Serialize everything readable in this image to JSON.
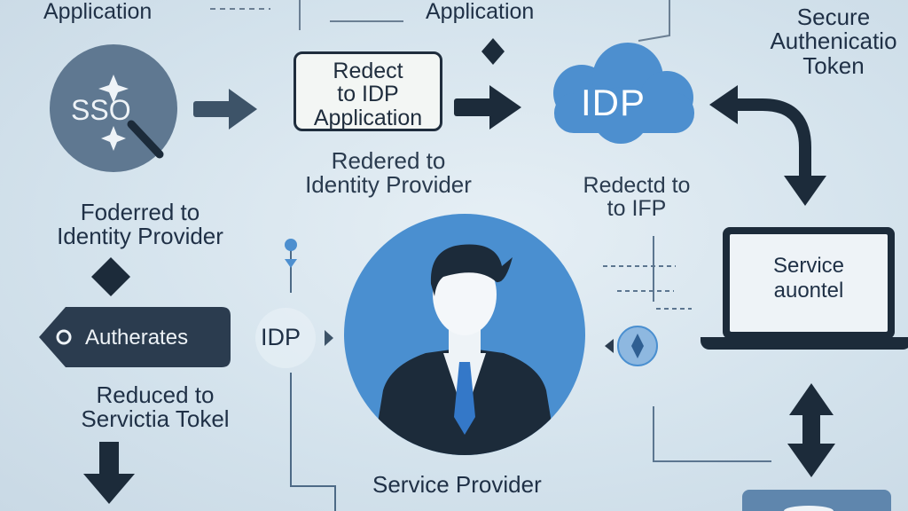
{
  "labels": {
    "application_left": "Application",
    "application_center": "Application",
    "secure_line1": "Secure",
    "secure_line2": "Authenicatio",
    "secure_line3": "Token",
    "sso": "SSO",
    "redirect_line1": "Redect",
    "redirect_line2": "to IDP",
    "redirect_line3": "Application",
    "idp_cloud": "IDP",
    "redered_line1": "Redered to",
    "redered_line2": "Identity Provider",
    "redected_line1": "Redectd to",
    "redected_line2": "to IFP",
    "foderred_line1": "Foderred to",
    "foderred_line2": "Identity Provider",
    "authenticates": "Autherates",
    "idp_small": "IDP",
    "service_line1": "Service",
    "service_line2": "auontel",
    "reduced_line1": "Reduced to",
    "reduced_line2": "Servictia Tokel",
    "service_provider": "Service Provider"
  },
  "icons": {
    "sso": "sso-badge-icon",
    "cloud": "cloud-icon",
    "person": "business-person-icon",
    "laptop": "laptop-icon",
    "key": "key-icon",
    "arrows": "arrow-icon"
  },
  "colors": {
    "background": "#d6e4ee",
    "dark": "#1c2b3a",
    "accent_blue": "#4a8fd0",
    "cloud_blue": "#4d8fcf",
    "sso_circle": "#5f7891"
  }
}
